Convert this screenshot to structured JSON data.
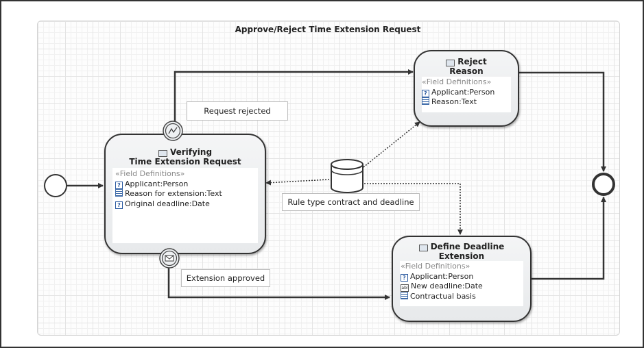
{
  "diagram": {
    "title": "Approve/Reject Time Extension Request",
    "tasks": {
      "verifying": {
        "title": "Verifying\nTime Extension Request",
        "field_header": "«Field Definitions»",
        "fields": [
          {
            "icon": "question-icon",
            "text": "Applicant:Person"
          },
          {
            "icon": "text-icon",
            "text": "Reason for extension:Text"
          },
          {
            "icon": "question-icon",
            "text": "Original deadline:Date"
          }
        ]
      },
      "reject": {
        "title": "Reject\nReason",
        "field_header": "«Field Definitions»",
        "fields": [
          {
            "icon": "question-icon",
            "text": "Applicant:Person"
          },
          {
            "icon": "text-icon",
            "text": "Reason:Text"
          }
        ]
      },
      "define": {
        "title": "Define Deadline\nExtension",
        "field_header": "«Field Definitions»",
        "fields": [
          {
            "icon": "question-icon",
            "text": "Applicant:Person"
          },
          {
            "icon": "date-field-icon",
            "text": "New deadline:Date"
          },
          {
            "icon": "text-icon",
            "text": "Contractual basis"
          }
        ]
      }
    },
    "labels": {
      "rejected": "Request rejected",
      "approved": "Extension approved",
      "rule": "Rule type contract and deadline"
    },
    "colors": {
      "stroke": "#333333",
      "task_fill": "#e9ebed",
      "grid": "#e4e4e4"
    }
  }
}
